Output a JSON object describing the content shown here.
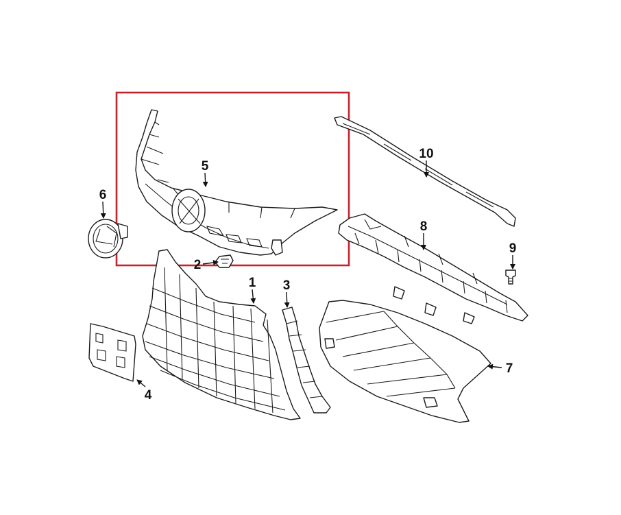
{
  "diagram": {
    "highlight_color": "#c4232d",
    "line_color": "#1a1a1a",
    "callouts": {
      "c1": "1",
      "c2": "2",
      "c3": "3",
      "c4": "4",
      "c5": "5",
      "c6": "6",
      "c7": "7",
      "c8": "8",
      "c9": "9",
      "c10": "10"
    }
  }
}
